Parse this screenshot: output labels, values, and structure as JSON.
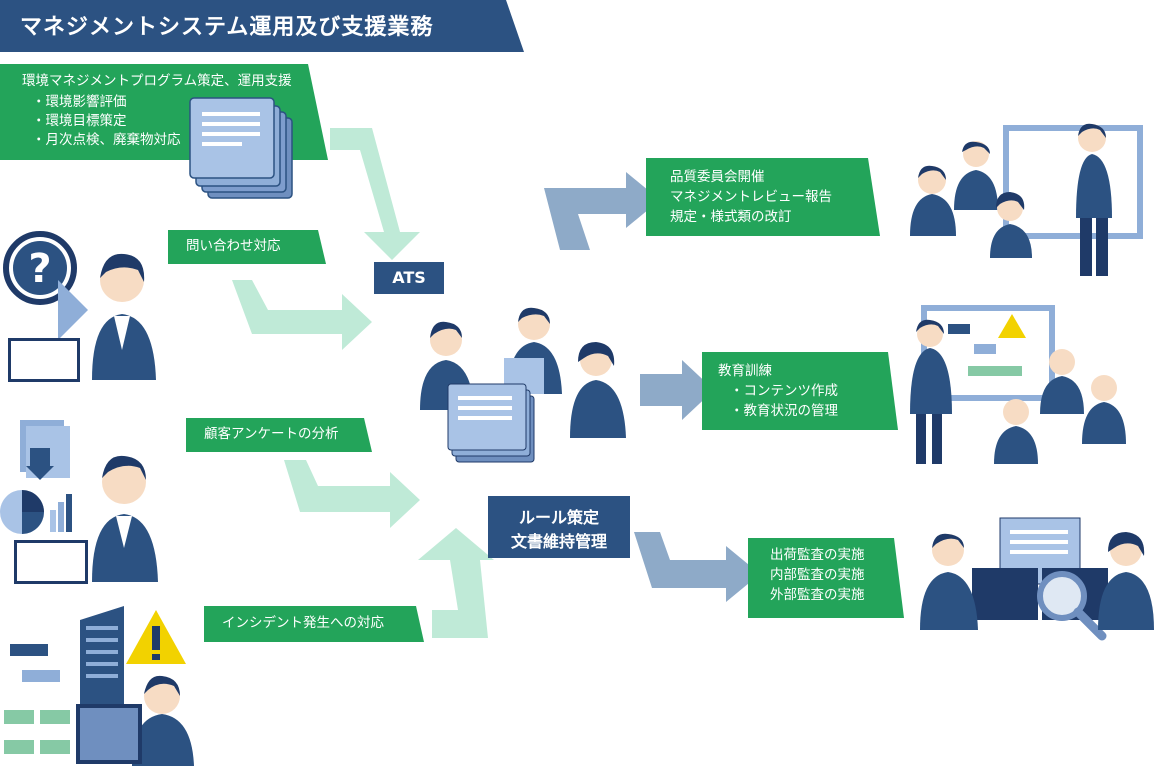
{
  "title": "マネジメントシステム運用及び支援業務",
  "colors": {
    "navy": "#2c5282",
    "green": "#23a45a",
    "mint": "#bfead7",
    "steel": "#8eaac8",
    "paper": "#a9c3e6",
    "warning": "#f2d200"
  },
  "boxes": {
    "env_program": {
      "title": "環境マネジメントプログラム策定、運用支援",
      "items": [
        "・環境影響評価",
        "・環境目標策定",
        "・月次点検、廃棄物対応"
      ]
    },
    "inquiry": "問い合わせ対応",
    "survey": "顧客アンケートの分析",
    "incident": "インシデント発生への対応",
    "ats": "ATS",
    "rules": [
      "ルール策定",
      "文書維持管理"
    ],
    "quality": [
      "品質委員会開催",
      "マネジメントレビュー報告",
      "規定・様式類の改訂"
    ],
    "training": {
      "title": "教育訓練",
      "items": [
        "・コンテンツ作成",
        "・教育状況の管理"
      ]
    },
    "audit": [
      "出荷監査の実施",
      "内部監査の実施",
      "外部監査の実施"
    ]
  },
  "icons": [
    "question-mark-icon",
    "warning-icon",
    "magnifier-icon",
    "pie-chart-icon",
    "document-stack-icon",
    "building-icon",
    "headset-operator-icon"
  ]
}
